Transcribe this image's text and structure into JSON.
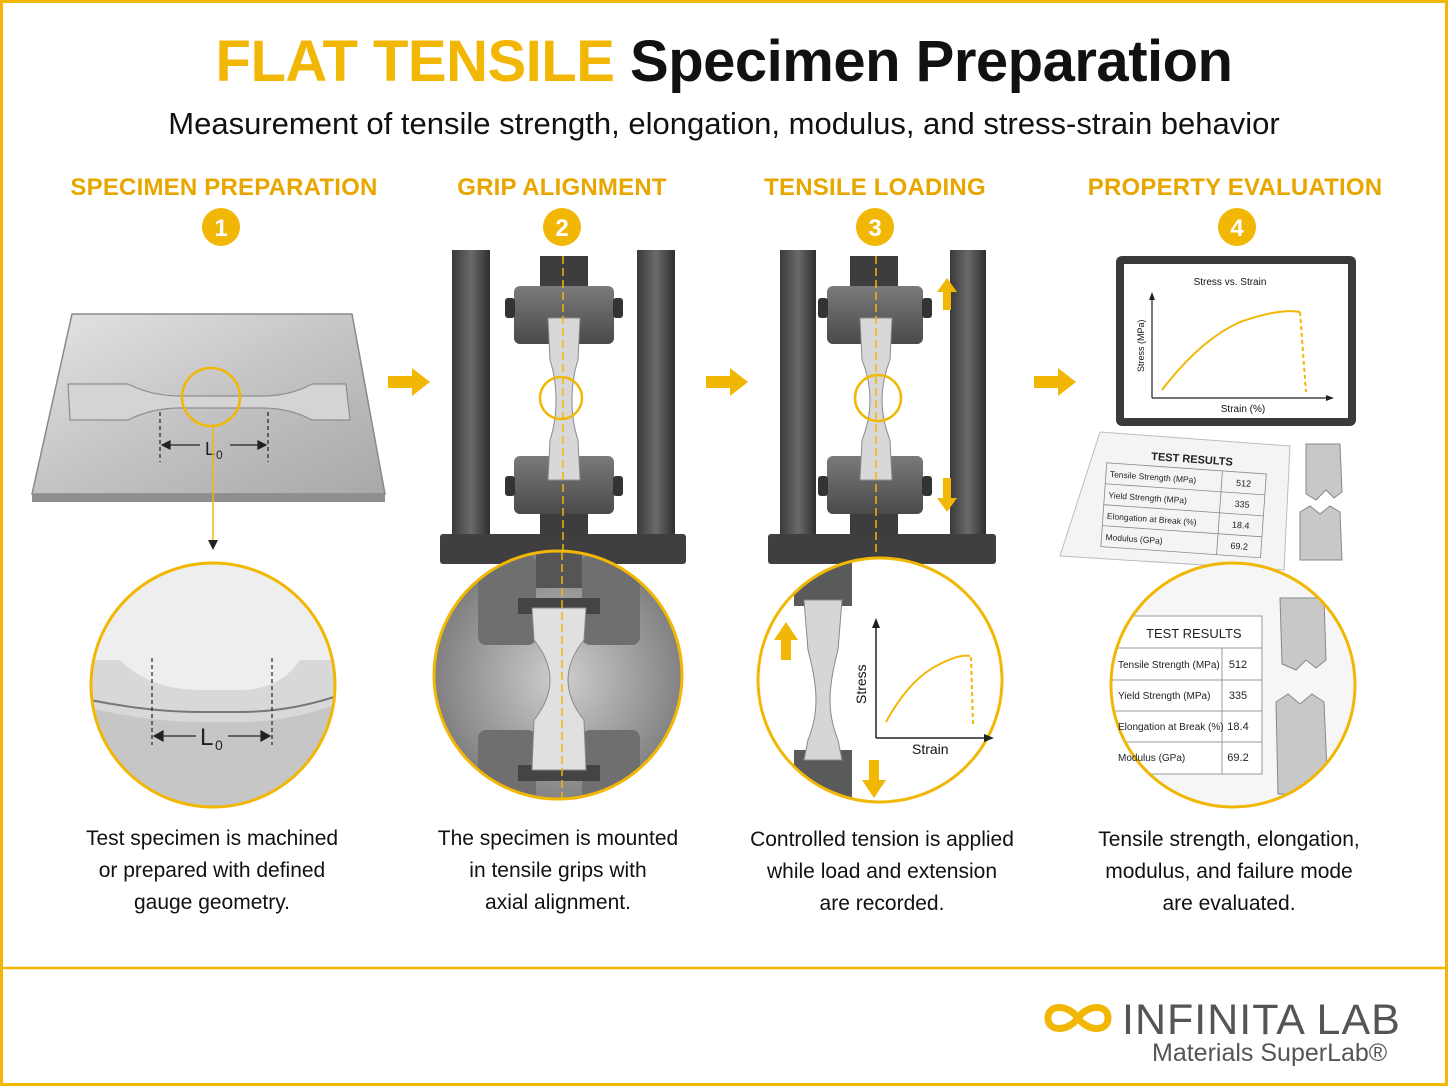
{
  "header": {
    "title_accent": "FLAT TENSILE",
    "title_main": "Specimen Preparation",
    "subtitle": "Measurement of tensile strength, elongation, modulus, and stress-strain behavior"
  },
  "steps": [
    {
      "number": "1",
      "label": "SPECIMEN PREPARATION",
      "caption": [
        "Test specimen is machined",
        "or prepared with defined",
        "gauge geometry."
      ],
      "gauge_label": "L",
      "gauge_sub": "0"
    },
    {
      "number": "2",
      "label": "GRIP ALIGNMENT",
      "caption": [
        "The specimen is mounted",
        "in tensile grips with",
        "axial alignment."
      ]
    },
    {
      "number": "3",
      "label": "TENSILE LOADING",
      "caption": [
        "Controlled tension is applied",
        "while load and extension",
        "are recorded."
      ],
      "chart_xlabel": "Strain",
      "chart_ylabel": "Stress"
    },
    {
      "number": "4",
      "label": "PROPERTY EVALUATION",
      "caption": [
        "Tensile strength, elongation,",
        "modulus, and failure mode",
        "are evaluated."
      ]
    }
  ],
  "monitor_chart": {
    "title": "Stress vs. Strain",
    "xlabel": "Strain (%)",
    "ylabel": "Stress (MPa)"
  },
  "results": {
    "title": "TEST RESULTS",
    "rows": [
      {
        "name": "Tensile Strength (MPa)",
        "value": "512"
      },
      {
        "name": "Yield Strength (MPa)",
        "value": "335"
      },
      {
        "name": "Elongation at Break (%)",
        "value": "18.4"
      },
      {
        "name": "Modulus (GPa)",
        "value": "69.2"
      }
    ]
  },
  "footer": {
    "logo_word": "INFINITA LAB",
    "logo_sub": "Materials SuperLab®"
  },
  "colors": {
    "accent": "#F2B705",
    "accent_dark": "#E8A600",
    "text": "#111111",
    "metal": "#B8B8B8"
  }
}
